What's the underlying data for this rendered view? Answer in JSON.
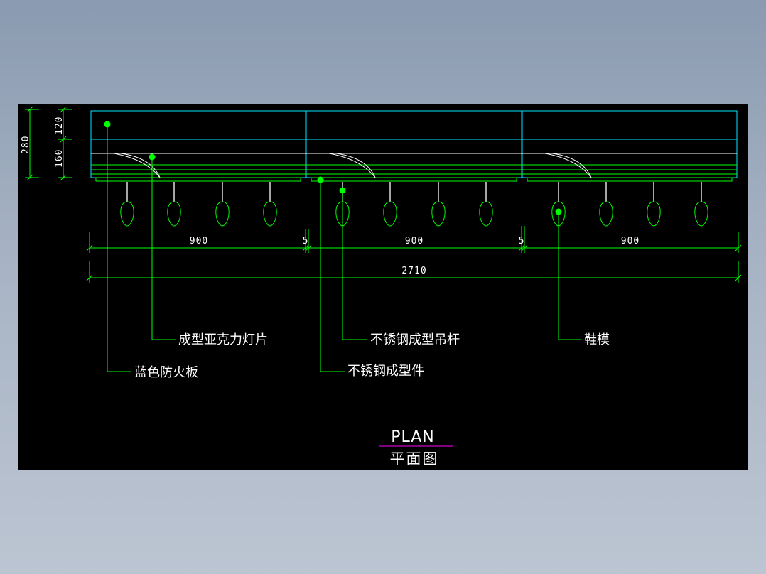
{
  "colors": {
    "background_gradient_top": "#8a9ab0",
    "drawing_background": "#000000",
    "panel_cyan": "#00e5ff",
    "leader_green": "#00ff00",
    "line_white": "#ffffff",
    "title_underline_magenta": "#ff00ff"
  },
  "dimensions": {
    "vertical": {
      "total": "280",
      "upper": "120",
      "lower": "160"
    },
    "horizontal": {
      "segment_1": "900",
      "gap_1": "5",
      "segment_2": "900",
      "gap_2": "5",
      "segment_3": "900",
      "overall": "2710"
    }
  },
  "callouts": {
    "acrylic_light": "成型亚克力灯片",
    "blue_board": "蓝色防火板",
    "steel_profile": "不锈钢成型件",
    "steel_rod": "不锈钢成型吊杆",
    "shoe_model": "鞋模"
  },
  "title": {
    "en": "PLAN",
    "zh": "平面图"
  }
}
